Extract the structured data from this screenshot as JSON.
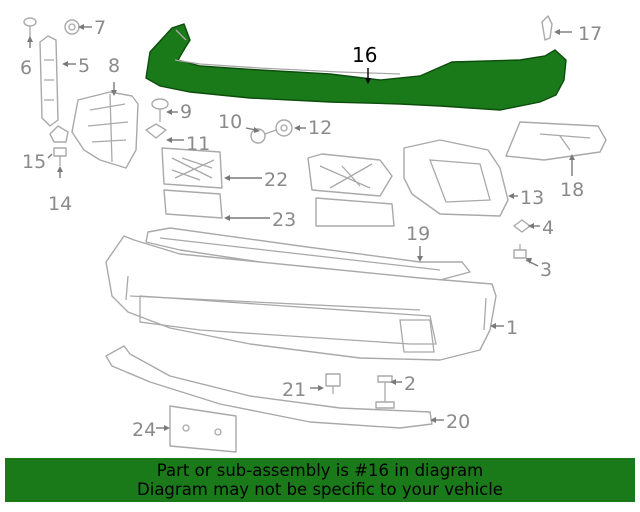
{
  "diagram": {
    "highlight_color": "#1a7a1a",
    "highlighted_part": "16",
    "callouts": {
      "c1": "1",
      "c2": "2",
      "c3": "3",
      "c4": "4",
      "c5": "5",
      "c6": "6",
      "c7": "7",
      "c8": "8",
      "c9": "9",
      "c10": "10",
      "c11": "11",
      "c12": "12",
      "c13": "13",
      "c14": "14",
      "c15": "15",
      "c16": "16",
      "c17": "17",
      "c18": "18",
      "c19": "19",
      "c20": "20",
      "c21": "21",
      "c22": "22",
      "c23": "23",
      "c24": "24"
    }
  },
  "banner": {
    "background": "#1a7a1a",
    "line1": "Part or sub-assembly is #16 in diagram",
    "line2": "Diagram may not be specific to your vehicle"
  }
}
